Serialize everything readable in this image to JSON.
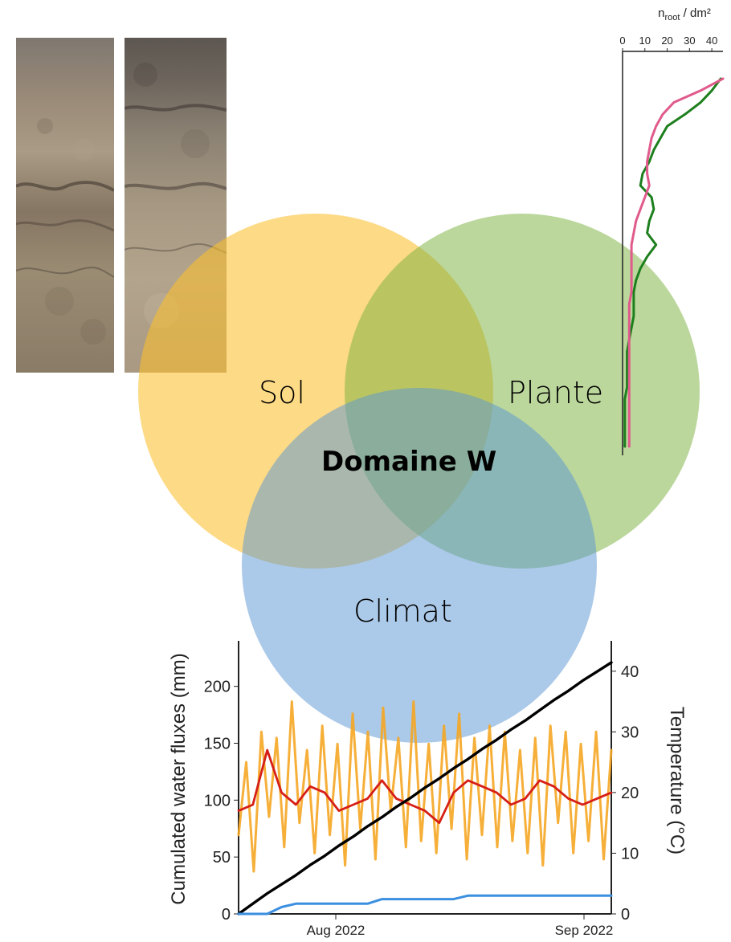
{
  "venn": {
    "labels": {
      "sol": "Sol",
      "plante": "Plante",
      "climat": "Climat",
      "center": "Domaine W"
    },
    "colors": {
      "sol": "#fbc02d",
      "plante": "#7cb342",
      "climat": "#5e97d2"
    }
  },
  "chart_data": [
    {
      "type": "line",
      "title": "",
      "xlabel": "n_root / dm²",
      "ylabel": "",
      "xlim": [
        0,
        45
      ],
      "x_ticks": [
        0,
        10,
        20,
        30,
        40
      ],
      "x_tick_labels": [
        "0",
        "10",
        "20",
        "30",
        "40"
      ],
      "series": [
        {
          "name": "",
          "color": "#1d7f1d",
          "values": [
            44,
            40,
            35,
            28,
            20,
            17,
            14,
            12,
            9,
            8,
            13,
            14,
            12,
            11,
            15,
            11,
            8,
            6,
            5,
            5,
            5,
            4,
            3,
            2,
            2,
            2,
            2,
            1,
            1,
            1,
            1,
            1
          ]
        },
        {
          "name": "",
          "color": "#e05a8c",
          "values": [
            45,
            35,
            23,
            18,
            15,
            13,
            12,
            11,
            11,
            12,
            10,
            8,
            6,
            5,
            4,
            4,
            4,
            4,
            4,
            3,
            3,
            3,
            3,
            3,
            3,
            3,
            3,
            3,
            3,
            3,
            3,
            3
          ]
        }
      ]
    },
    {
      "type": "line",
      "title": "",
      "xlabel": "",
      "ylabel": "Cumulated water fluxes (mm)",
      "y2label": "Temperature (°C)",
      "x_tick_labels": [
        "Aug 2022",
        "Sep 2022"
      ],
      "ylim": [
        0,
        240
      ],
      "y2lim": [
        0,
        45
      ],
      "y_ticks": [
        0,
        50,
        100,
        150,
        200
      ],
      "y2_ticks": [
        0,
        10,
        20,
        30,
        40
      ],
      "series": [
        {
          "name": "",
          "axis": "left",
          "color": "#000000",
          "values": [
            0,
            9,
            18,
            26,
            34,
            43,
            51,
            60,
            68,
            77,
            85,
            94,
            102,
            111,
            119,
            128,
            136,
            145,
            153,
            162,
            170,
            179,
            188,
            196,
            205,
            213,
            221
          ]
        },
        {
          "name": "",
          "axis": "left",
          "color": "#3b8fe0",
          "values": [
            0,
            0,
            0,
            6,
            9,
            9,
            9,
            9,
            9,
            9,
            13,
            13,
            13,
            13,
            13,
            13,
            16,
            16,
            16,
            16,
            16,
            16,
            16,
            16,
            16,
            16,
            16
          ]
        },
        {
          "name": "",
          "axis": "right",
          "color": "#d61f16",
          "values": [
            17,
            18,
            27,
            20,
            18,
            21,
            20,
            17,
            18,
            19,
            22,
            19,
            18,
            17,
            15,
            20,
            22,
            21,
            20,
            18,
            19,
            22,
            21,
            19,
            18,
            19,
            20
          ]
        },
        {
          "name": "",
          "axis": "right",
          "color": "#f5a623",
          "values": [
            13,
            25,
            7,
            30,
            16,
            29,
            11,
            35,
            15,
            27,
            10,
            31,
            13,
            28,
            8,
            33,
            14,
            30,
            9,
            34,
            17,
            29,
            11,
            35,
            12,
            28,
            10,
            31,
            14,
            33,
            9,
            29,
            13,
            31,
            11,
            30,
            12,
            27,
            10,
            29,
            8,
            31,
            15,
            30,
            10,
            28,
            12,
            30,
            9,
            27
          ]
        }
      ]
    }
  ]
}
